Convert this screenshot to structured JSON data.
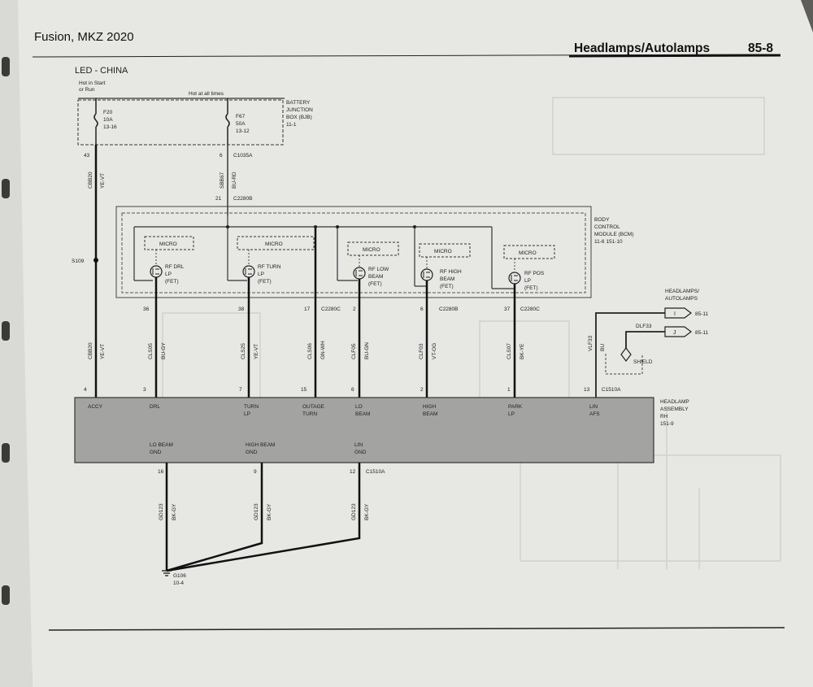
{
  "header": {
    "left_title": "Fusion, MKZ 2020",
    "right_title": "Headlamps/Autolamps",
    "page_number": "85-8"
  },
  "diagram": {
    "subtitle": "LED - CHINA",
    "bjb": {
      "hot_start_run_1": "Hot in Start",
      "hot_start_run_2": "or Run",
      "hot_at_all_times": "Hot at all times",
      "name_1": "BATTERY",
      "name_2": "JUNCTION",
      "name_3": "BOX (BJB)",
      "name_4": "11-1",
      "fuse1": [
        "F20",
        "10A",
        "13-16"
      ],
      "fuse2": [
        "F67",
        "50A",
        "13-12"
      ]
    },
    "upper_wires": {
      "pin_43": "43",
      "pin_6": "6",
      "conn_c1035a": "C1035A",
      "circ_cbb20": "CBB20",
      "color_ye_vt": "YE-VT",
      "circ_sbb67": "SBB67",
      "color_bu_rd": "BU-RD",
      "pin_21": "21",
      "conn_c2280b_top": "C2280B",
      "splice_s109": "S109"
    },
    "bcm": {
      "name_1": "BODY",
      "name_2": "CONTROL",
      "name_3": "MODULE (BCM)",
      "name_4": "11-6    151-10",
      "micro": "MICRO",
      "fets": [
        [
          "RF DRL",
          "LP",
          "(FET)"
        ],
        [
          "RF TURN",
          "LP",
          "(FET)"
        ],
        [
          "RF LOW",
          "BEAM",
          "(FET)"
        ],
        [
          "RF HIGH",
          "BEAM",
          "(FET)"
        ],
        [
          "RF POS",
          "LP",
          "(FET)"
        ]
      ]
    },
    "mid_wires": [
      {
        "pin": "36",
        "circuit": "CLS05",
        "color": "BU-GY",
        "conn": ""
      },
      {
        "pin": "38",
        "circuit": "CLS25",
        "color": "YE-VT",
        "conn": ""
      },
      {
        "pin": "17",
        "circuit": "CLS06",
        "color": "GN-WH",
        "conn": "C2280C"
      },
      {
        "pin": "2",
        "circuit": "CLF05",
        "color": "BU-GN",
        "conn": ""
      },
      {
        "pin": "6",
        "circuit": "CLF03",
        "color": "VT-OG",
        "conn": "C2280B"
      },
      {
        "pin": "37",
        "circuit": "CLS07",
        "color": "BK-YE",
        "conn": "C2280C"
      }
    ],
    "accy_wire": {
      "circuit": "CBB20",
      "color": "YE-VT"
    },
    "lin_wire": {
      "circuit": "VLF33",
      "color": "BU",
      "dlf": "DLF33",
      "shield": "SHIELD"
    },
    "headlamps_ref": {
      "title_1": "HEADLAMPS/",
      "title_2": "AUTOLAMPS",
      "conn_i": "I",
      "conn_j": "J",
      "ref_i": "85-11",
      "ref_j": "85-11"
    },
    "assembly_pins": [
      {
        "pin": "4",
        "label_1": "ACCY",
        "label_2": ""
      },
      {
        "pin": "3",
        "label_1": "DRL",
        "label_2": ""
      },
      {
        "pin": "7",
        "label_1": "TURN",
        "label_2": "LP"
      },
      {
        "pin": "15",
        "label_1": "OUTAGE",
        "label_2": "TURN"
      },
      {
        "pin": "6",
        "label_1": "LO",
        "label_2": "BEAM"
      },
      {
        "pin": "2",
        "label_1": "HIGH",
        "label_2": "BEAM"
      },
      {
        "pin": "1",
        "label_1": "PARK",
        "label_2": "LP"
      },
      {
        "pin": "13",
        "label_1": "LIN",
        "label_2": "AFS"
      }
    ],
    "assembly_conn": "C1510A",
    "assembly": {
      "name_1": "HEADLAMP",
      "name_2": "ASSEMBLY",
      "name_3": "RH",
      "name_4": "151-9"
    },
    "grounds": [
      {
        "label_1": "LO BEAM",
        "label_2": "GND",
        "pin": "16"
      },
      {
        "label_1": "HIGH BEAM",
        "label_2": "GND",
        "pin": "9"
      },
      {
        "label_1": "LIN",
        "label_2": "GND",
        "pin": "12"
      }
    ],
    "ground_conn": "C1510A",
    "ground_circuit": "GD123",
    "ground_color": "BK-GY",
    "ground_point": "G106",
    "ground_ref": "10-4"
  }
}
